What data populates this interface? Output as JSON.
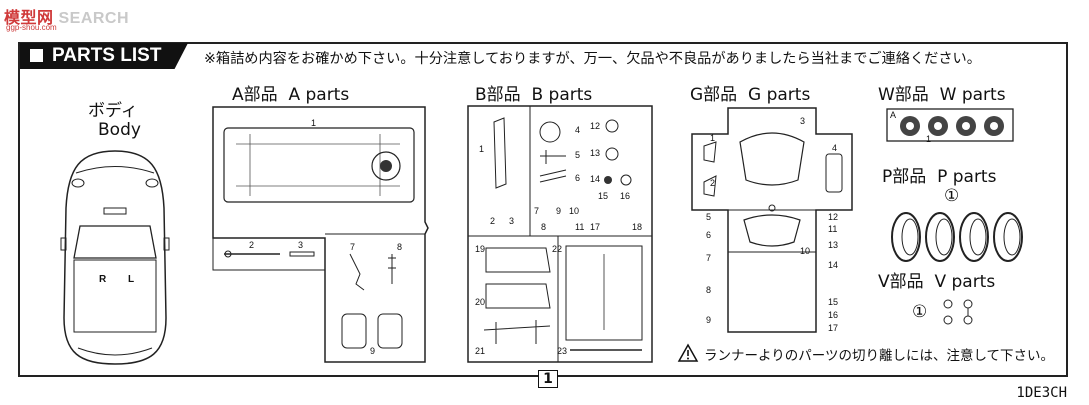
{
  "watermark": {
    "brand": "模型网",
    "search": "SEARCH",
    "site": "ggp-shou.com"
  },
  "header": {
    "badge": "PARTS LIST",
    "notice": "※箱詰め内容をお確かめ下さい。十分注意しておりますが、万一、欠品や不良品がありましたら当社までご連絡ください。"
  },
  "body": {
    "jp": "ボディ",
    "en": "Body",
    "r": "R",
    "l": "L"
  },
  "a": {
    "jp": "A部品",
    "en": "A parts",
    "n1": "1",
    "n2": "2",
    "n3": "3",
    "n7": "7",
    "n8": "8",
    "n9": "9"
  },
  "b": {
    "jp": "B部品",
    "en": "B parts",
    "n": [
      "1",
      "2",
      "3",
      "4",
      "5",
      "6",
      "7",
      "8",
      "9",
      "10",
      "11",
      "12",
      "13",
      "14",
      "15",
      "16",
      "17",
      "18",
      "19",
      "20",
      "21",
      "22",
      "23"
    ]
  },
  "g": {
    "jp": "G部品",
    "en": "G parts",
    "n": [
      "1",
      "2",
      "3",
      "4",
      "5",
      "6",
      "7",
      "8",
      "9",
      "10",
      "11",
      "12",
      "13",
      "14",
      "15",
      "16",
      "17"
    ]
  },
  "w": {
    "jp": "W部品",
    "en": "W parts",
    "a": "A",
    "n1": "1"
  },
  "p": {
    "jp": "P部品",
    "en": "P parts",
    "circ": "①"
  },
  "v": {
    "jp": "V部品",
    "en": "V parts",
    "circ": "①"
  },
  "footer": {
    "warning": "ランナーよりのパーツの切り離しには、注意して下さい。",
    "page": "1",
    "code": "1DE3CH"
  },
  "icons": [
    "warning-icon"
  ]
}
